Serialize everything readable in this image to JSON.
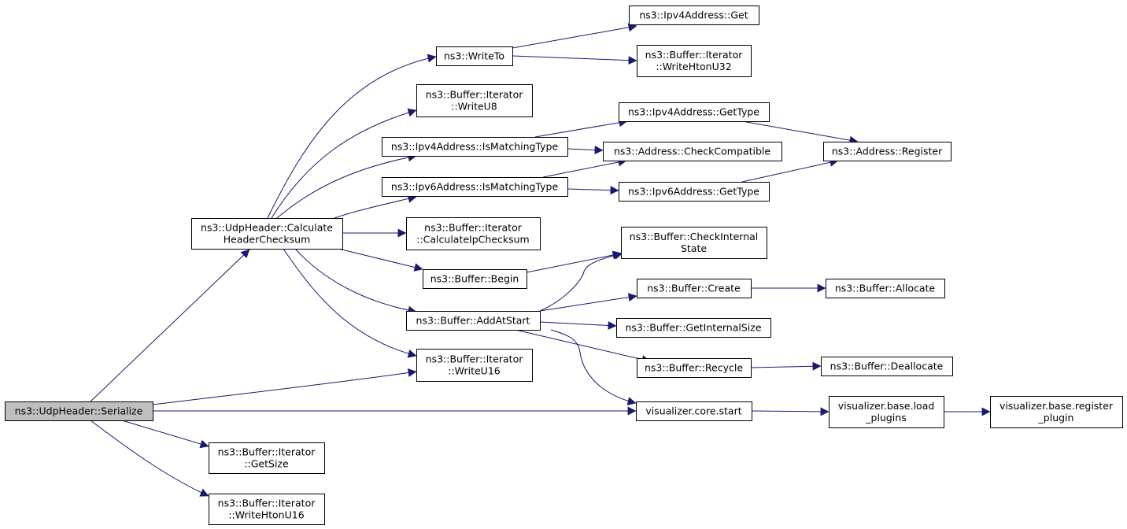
{
  "diagram": {
    "colors": {
      "edge": "#191970",
      "node_border": "#000000",
      "root_fill": "#bfbfbf",
      "node_fill": "#ffffff"
    },
    "nodes": [
      {
        "id": "serialize",
        "lines": [
          "ns3::UdpHeader::Serialize"
        ],
        "root": true
      },
      {
        "id": "calc_hdr",
        "lines": [
          "ns3::UdpHeader::Calculate",
          "HeaderChecksum"
        ]
      },
      {
        "id": "get_size",
        "lines": [
          "ns3::Buffer::Iterator",
          "::GetSize"
        ]
      },
      {
        "id": "write_hton_u16",
        "lines": [
          "ns3::Buffer::Iterator",
          "::WriteHtonU16"
        ]
      },
      {
        "id": "write_u16",
        "lines": [
          "ns3::Buffer::Iterator",
          "::WriteU16"
        ]
      },
      {
        "id": "viz_start",
        "lines": [
          "visualizer.core.start"
        ]
      },
      {
        "id": "write_to",
        "lines": [
          "ns3::WriteTo"
        ]
      },
      {
        "id": "write_u8",
        "lines": [
          "ns3::Buffer::Iterator",
          "::WriteU8"
        ]
      },
      {
        "id": "ipv4_match",
        "lines": [
          "ns3::Ipv4Address::IsMatchingType"
        ]
      },
      {
        "id": "ipv6_match",
        "lines": [
          "ns3::Ipv6Address::IsMatchingType"
        ]
      },
      {
        "id": "calc_ip",
        "lines": [
          "ns3::Buffer::Iterator",
          "::CalculateIpChecksum"
        ]
      },
      {
        "id": "begin",
        "lines": [
          "ns3::Buffer::Begin"
        ]
      },
      {
        "id": "add_at_start",
        "lines": [
          "ns3::Buffer::AddAtStart"
        ]
      },
      {
        "id": "ipv4_get",
        "lines": [
          "ns3::Ipv4Address::Get"
        ]
      },
      {
        "id": "write_hton_u32",
        "lines": [
          "ns3::Buffer::Iterator",
          "::WriteHtonU32"
        ]
      },
      {
        "id": "ipv4_gettype",
        "lines": [
          "ns3::Ipv4Address::GetType"
        ]
      },
      {
        "id": "check_compat",
        "lines": [
          "ns3::Address::CheckCompatible"
        ]
      },
      {
        "id": "ipv6_gettype",
        "lines": [
          "ns3::Ipv6Address::GetType"
        ]
      },
      {
        "id": "check_internal",
        "lines": [
          "ns3::Buffer::CheckInternal",
          "State"
        ]
      },
      {
        "id": "create",
        "lines": [
          "ns3::Buffer::Create"
        ]
      },
      {
        "id": "get_internal_size",
        "lines": [
          "ns3::Buffer::GetInternalSize"
        ]
      },
      {
        "id": "recycle",
        "lines": [
          "ns3::Buffer::Recycle"
        ]
      },
      {
        "id": "register",
        "lines": [
          "ns3::Address::Register"
        ]
      },
      {
        "id": "allocate",
        "lines": [
          "ns3::Buffer::Allocate"
        ]
      },
      {
        "id": "deallocate",
        "lines": [
          "ns3::Buffer::Deallocate"
        ]
      },
      {
        "id": "load_plugins",
        "lines": [
          "visualizer.base.load",
          "_plugins"
        ]
      },
      {
        "id": "register_plugin",
        "lines": [
          "visualizer.base.register",
          "_plugin"
        ]
      }
    ],
    "edges": [
      {
        "from": "serialize",
        "to": "calc_hdr"
      },
      {
        "from": "serialize",
        "to": "write_u16"
      },
      {
        "from": "serialize",
        "to": "viz_start"
      },
      {
        "from": "serialize",
        "to": "get_size"
      },
      {
        "from": "serialize",
        "to": "write_hton_u16"
      },
      {
        "from": "calc_hdr",
        "to": "write_to"
      },
      {
        "from": "calc_hdr",
        "to": "write_u8"
      },
      {
        "from": "calc_hdr",
        "to": "ipv4_match"
      },
      {
        "from": "calc_hdr",
        "to": "ipv6_match"
      },
      {
        "from": "calc_hdr",
        "to": "calc_ip"
      },
      {
        "from": "calc_hdr",
        "to": "begin"
      },
      {
        "from": "calc_hdr",
        "to": "add_at_start"
      },
      {
        "from": "calc_hdr",
        "to": "write_u16"
      },
      {
        "from": "write_to",
        "to": "ipv4_get"
      },
      {
        "from": "write_to",
        "to": "write_hton_u32"
      },
      {
        "from": "ipv4_match",
        "to": "ipv4_gettype"
      },
      {
        "from": "ipv4_match",
        "to": "check_compat"
      },
      {
        "from": "ipv6_match",
        "to": "check_compat"
      },
      {
        "from": "ipv6_match",
        "to": "ipv6_gettype"
      },
      {
        "from": "ipv4_gettype",
        "to": "register"
      },
      {
        "from": "ipv6_gettype",
        "to": "register"
      },
      {
        "from": "begin",
        "to": "check_internal"
      },
      {
        "from": "add_at_start",
        "to": "check_internal"
      },
      {
        "from": "add_at_start",
        "to": "create"
      },
      {
        "from": "add_at_start",
        "to": "get_internal_size"
      },
      {
        "from": "add_at_start",
        "to": "recycle"
      },
      {
        "from": "add_at_start",
        "to": "viz_start"
      },
      {
        "from": "create",
        "to": "allocate"
      },
      {
        "from": "recycle",
        "to": "deallocate"
      },
      {
        "from": "viz_start",
        "to": "load_plugins"
      },
      {
        "from": "load_plugins",
        "to": "register_plugin"
      }
    ]
  }
}
